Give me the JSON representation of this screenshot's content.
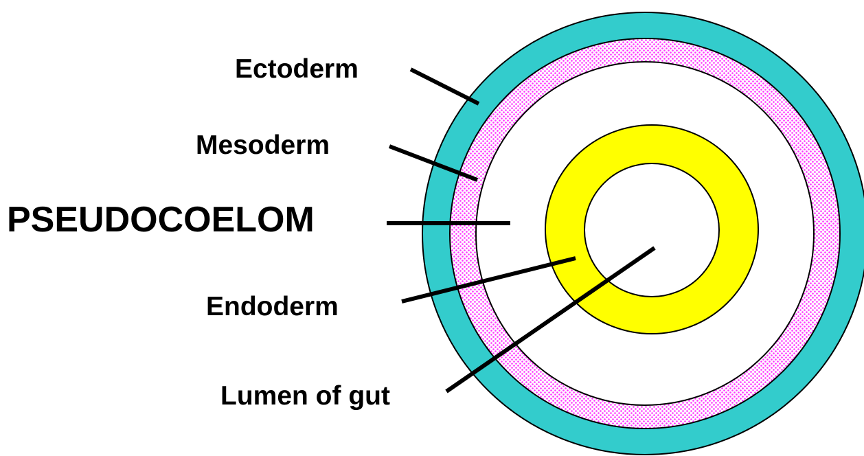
{
  "labels": {
    "ectoderm": "Ectoderm",
    "mesoderm": "Mesoderm",
    "pseudocoelom": "PSEUDOCOELOM",
    "endoderm": "Endoderm",
    "lumen": "Lumen of gut"
  },
  "colors": {
    "ectoderm": "#33cccc",
    "mesoderm": "#ff33ff",
    "pseudocoelom": "#ffffff",
    "endoderm": "#ffff00",
    "lumen": "#ffffff",
    "outline": "#000000"
  }
}
